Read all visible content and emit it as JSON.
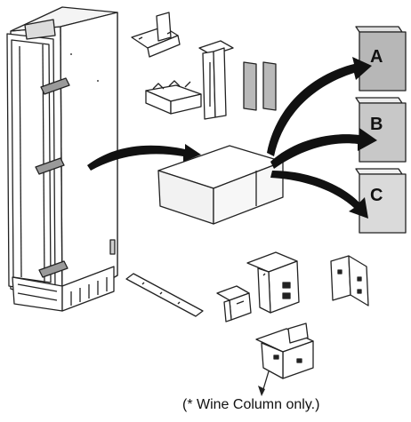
{
  "panels": [
    {
      "label": "A",
      "fill": "#b7b7b7"
    },
    {
      "label": "B",
      "fill": "#c8c8c8"
    },
    {
      "label": "C",
      "fill": "#dadada"
    }
  ],
  "footnote": "(* Wine Column only.)",
  "colors": {
    "line": "#222222",
    "tape": "#9a9a9a",
    "arrow": "#111111",
    "box_top": "#ffffff",
    "box_side": "#f2f2f2"
  }
}
